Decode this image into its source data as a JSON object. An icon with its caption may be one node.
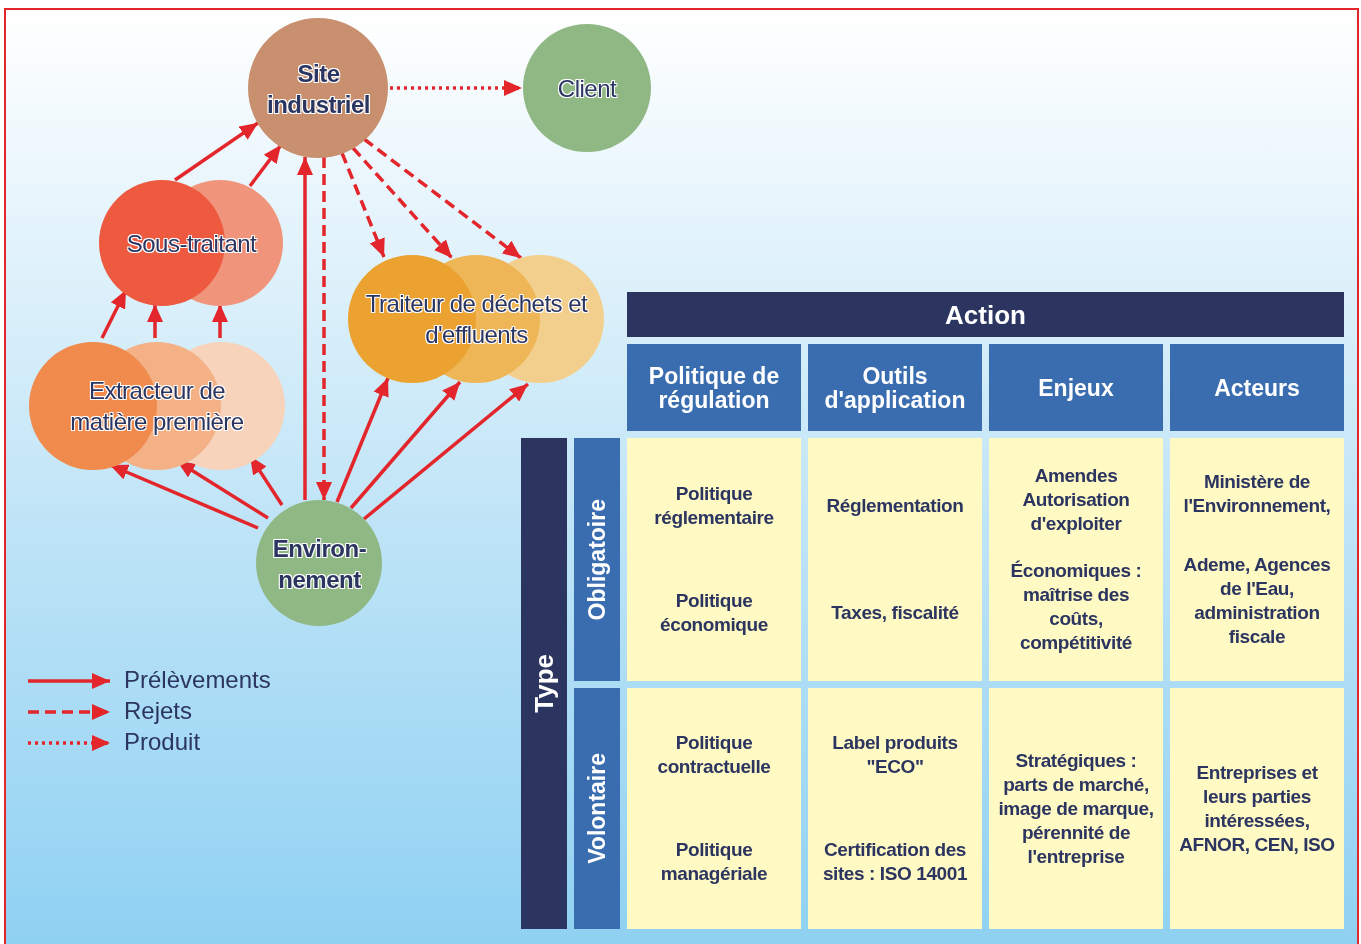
{
  "diagram": {
    "nodes": [
      {
        "text": [
          "Site industriel"
        ]
      },
      {
        "text": [
          "Client"
        ]
      },
      {
        "text": [
          "Sous-traitant"
        ]
      },
      {
        "text": [
          "Traiteur de déchets et d'effluents"
        ]
      },
      {
        "text": [
          "Extracteur de matière première"
        ]
      },
      {
        "text": [
          "Environ- nement"
        ]
      },
      {
        "text": [
          "Action"
        ]
      },
      {
        "text": [
          "Politique de régulation"
        ]
      },
      {
        "text": [
          "Outils d'application"
        ]
      },
      {
        "text": [
          "Enjeux"
        ]
      },
      {
        "text": [
          "Acteurs"
        ]
      },
      {
        "text": [
          "Type"
        ]
      },
      {
        "text": [
          "Obligatoire"
        ]
      },
      {
        "text": [
          "Volontaire"
        ]
      },
      {
        "text": [
          "Politique réglementaire",
          "Politique économique"
        ]
      },
      {
        "text": [
          "Réglementation",
          "Taxes, fiscalité"
        ]
      },
      {
        "text": [
          "Amendes Autorisation d'exploiter",
          "Économiques : maîtrise des coûts, compétitivité"
        ]
      },
      {
        "text": [
          "Ministère de l'Environnement,",
          "Ademe, Agences de l'Eau, administration fiscale"
        ]
      },
      {
        "text": [
          "Politique contractuelle",
          "Politique managériale"
        ]
      },
      {
        "text": [
          "Label produits \"ECO\"",
          "Certification des sites : ISO 14001"
        ]
      },
      {
        "text": [
          "Stratégiques : parts de marché, image de marque, pérennité de l'entreprise"
        ]
      },
      {
        "text": [
          "Entreprises et leurs parties intéressées, AFNOR, CEN, ISO"
        ]
      }
    ],
    "edges": [
      {
        "from": 2,
        "to": 0,
        "arrow": "to"
      },
      {
        "from": 2,
        "to": 0,
        "arrow": "to"
      },
      {
        "from": 4,
        "to": 2,
        "arrow": "to"
      },
      {
        "from": 4,
        "to": 2,
        "arrow": "to"
      },
      {
        "from": 4,
        "to": 2,
        "arrow": "to"
      },
      {
        "from": 5,
        "to": 4,
        "arrow": "to"
      },
      {
        "from": 5,
        "to": 4,
        "arrow": "to"
      },
      {
        "from": 5,
        "to": 4,
        "arrow": "to"
      },
      {
        "from": 5,
        "to": 0,
        "arrow": "to"
      },
      {
        "from": 0,
        "to": 5,
        "arrow": "to",
        "style": "dashed"
      },
      {
        "from": 0,
        "to": 3,
        "arrow": "to",
        "style": "dashed"
      },
      {
        "from": 0,
        "to": 3,
        "arrow": "to",
        "style": "dashed"
      },
      {
        "from": 0,
        "to": 3,
        "arrow": "to",
        "style": "dashed"
      },
      {
        "from": 5,
        "to": 3,
        "arrow": "to"
      },
      {
        "from": 5,
        "to": 3,
        "arrow": "to"
      },
      {
        "from": 5,
        "to": 3,
        "arrow": "to"
      },
      {
        "from": 0,
        "to": 1,
        "arrow": "to",
        "style": "dashed"
      }
    ],
    "legend": [
      {
        "text": "Prélèvements"
      },
      {
        "text": "Rejets"
      },
      {
        "text": "Produit"
      }
    ]
  }
}
